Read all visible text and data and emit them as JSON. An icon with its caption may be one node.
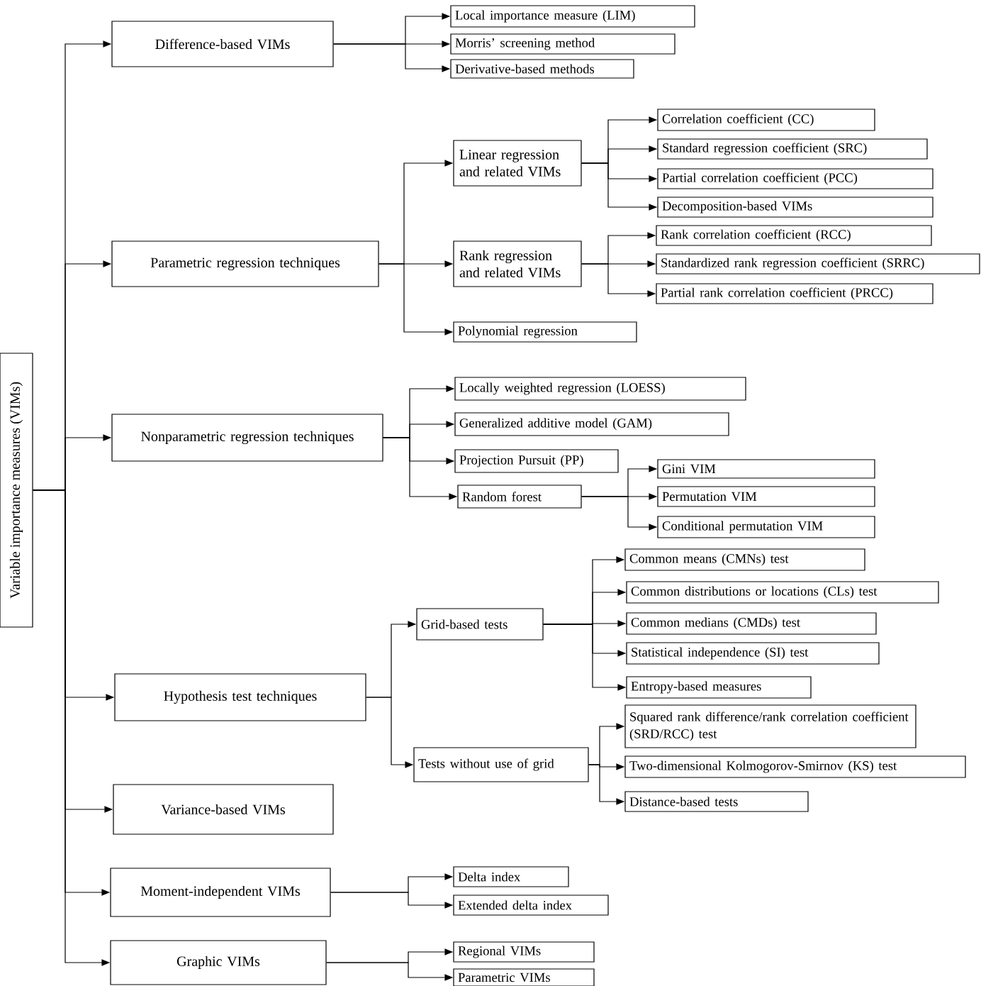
{
  "diagram": {
    "nodes": [
      {
        "text": [
          "Variable importance measures (VIMs)"
        ]
      },
      {
        "text": [
          "Difference-based VIMs"
        ]
      },
      {
        "text": [
          "Local importance measure (LIM)"
        ]
      },
      {
        "text": [
          "Morris’ screening method"
        ]
      },
      {
        "text": [
          "Derivative-based methods"
        ]
      },
      {
        "text": [
          "Parametric regression techniques"
        ]
      },
      {
        "text": [
          "Linear regression and related VIMs"
        ]
      },
      {
        "text": [
          "Correlation coefficient (CC)"
        ]
      },
      {
        "text": [
          "Standard regression coefficient (SRC)"
        ]
      },
      {
        "text": [
          "Partial correlation coefficient (PCC)"
        ]
      },
      {
        "text": [
          "Decomposition-based VIMs"
        ]
      },
      {
        "text": [
          "Rank regression and related VIMs"
        ]
      },
      {
        "text": [
          "Rank correlation coefficient (RCC)"
        ]
      },
      {
        "text": [
          "Standardized rank regression coefficient (SRRC)"
        ]
      },
      {
        "text": [
          "Partial rank correlation coefficient (PRCC)"
        ]
      },
      {
        "text": [
          "Polynomial regression"
        ]
      },
      {
        "text": [
          "Nonparametric regression techniques"
        ]
      },
      {
        "text": [
          "Locally weighted regression (LOESS)"
        ]
      },
      {
        "text": [
          "Generalized additive model (GAM)"
        ]
      },
      {
        "text": [
          "Projection Pursuit (PP)"
        ]
      },
      {
        "text": [
          "Random forest"
        ]
      },
      {
        "text": [
          "Gini VIM"
        ]
      },
      {
        "text": [
          "Permutation VIM"
        ]
      },
      {
        "text": [
          "Conditional permutation VIM"
        ]
      },
      {
        "text": [
          "Hypothesis test techniques"
        ]
      },
      {
        "text": [
          "Grid-based tests"
        ]
      },
      {
        "text": [
          "Tests without use of grid"
        ]
      },
      {
        "text": [
          "Common means (CMNs) test"
        ]
      },
      {
        "text": [
          "Common distributions or locations (CLs) test"
        ]
      },
      {
        "text": [
          "Common medians (CMDs) test"
        ]
      },
      {
        "text": [
          "Statistical independence (SI) test"
        ]
      },
      {
        "text": [
          "Entropy-based measures"
        ]
      },
      {
        "text": [
          "Squared rank difference/rank correlation coefficient (SRD/RCC) test"
        ]
      },
      {
        "text": [
          "Two-dimensional Kolmogorov-Smirnov (KS) test"
        ]
      },
      {
        "text": [
          "Distance-based tests"
        ]
      },
      {
        "text": [
          "Variance-based VIMs"
        ]
      },
      {
        "text": [
          "Moment-independent VIMs"
        ]
      },
      {
        "text": [
          "Delta index"
        ]
      },
      {
        "text": [
          "Extended delta index"
        ]
      },
      {
        "text": [
          "Graphic VIMs"
        ]
      },
      {
        "text": [
          "Regional VIMs"
        ]
      },
      {
        "text": [
          "Parametric VIMs"
        ]
      }
    ],
    "edges": [
      {
        "from": 0,
        "to": 1,
        "arrow": "to"
      },
      {
        "from": 0,
        "to": 5,
        "arrow": "to"
      },
      {
        "from": 0,
        "to": 16,
        "arrow": "to"
      },
      {
        "from": 0,
        "to": 24,
        "arrow": "to"
      },
      {
        "from": 0,
        "to": 35,
        "arrow": "to"
      },
      {
        "from": 0,
        "to": 36,
        "arrow": "to"
      },
      {
        "from": 0,
        "to": 39,
        "arrow": "to"
      },
      {
        "from": 1,
        "to": 2,
        "arrow": "to"
      },
      {
        "from": 1,
        "to": 3,
        "arrow": "to"
      },
      {
        "from": 1,
        "to": 4,
        "arrow": "to"
      },
      {
        "from": 5,
        "to": 6,
        "arrow": "to"
      },
      {
        "from": 5,
        "to": 11,
        "arrow": "to"
      },
      {
        "from": 5,
        "to": 15,
        "arrow": "to"
      },
      {
        "from": 6,
        "to": 7,
        "arrow": "to"
      },
      {
        "from": 6,
        "to": 8,
        "arrow": "to"
      },
      {
        "from": 6,
        "to": 9,
        "arrow": "to"
      },
      {
        "from": 6,
        "to": 10,
        "arrow": "to"
      },
      {
        "from": 11,
        "to": 12,
        "arrow": "to"
      },
      {
        "from": 11,
        "to": 13,
        "arrow": "to"
      },
      {
        "from": 11,
        "to": 14,
        "arrow": "to"
      },
      {
        "from": 16,
        "to": 17,
        "arrow": "to"
      },
      {
        "from": 16,
        "to": 18,
        "arrow": "to"
      },
      {
        "from": 16,
        "to": 19,
        "arrow": "to"
      },
      {
        "from": 16,
        "to": 20,
        "arrow": "to"
      },
      {
        "from": 20,
        "to": 21,
        "arrow": "to"
      },
      {
        "from": 20,
        "to": 22,
        "arrow": "to"
      },
      {
        "from": 20,
        "to": 23,
        "arrow": "to"
      },
      {
        "from": 24,
        "to": 25,
        "arrow": "to"
      },
      {
        "from": 24,
        "to": 26,
        "arrow": "to"
      },
      {
        "from": 25,
        "to": 27,
        "arrow": "to"
      },
      {
        "from": 25,
        "to": 28,
        "arrow": "to"
      },
      {
        "from": 25,
        "to": 29,
        "arrow": "to"
      },
      {
        "from": 25,
        "to": 30,
        "arrow": "to"
      },
      {
        "from": 25,
        "to": 31,
        "arrow": "to"
      },
      {
        "from": 26,
        "to": 32,
        "arrow": "to"
      },
      {
        "from": 26,
        "to": 33,
        "arrow": "to"
      },
      {
        "from": 26,
        "to": 34,
        "arrow": "to"
      },
      {
        "from": 36,
        "to": 37,
        "arrow": "to"
      },
      {
        "from": 36,
        "to": 38,
        "arrow": "to"
      },
      {
        "from": 39,
        "to": 40,
        "arrow": "to"
      },
      {
        "from": 39,
        "to": 41,
        "arrow": "to"
      }
    ]
  }
}
